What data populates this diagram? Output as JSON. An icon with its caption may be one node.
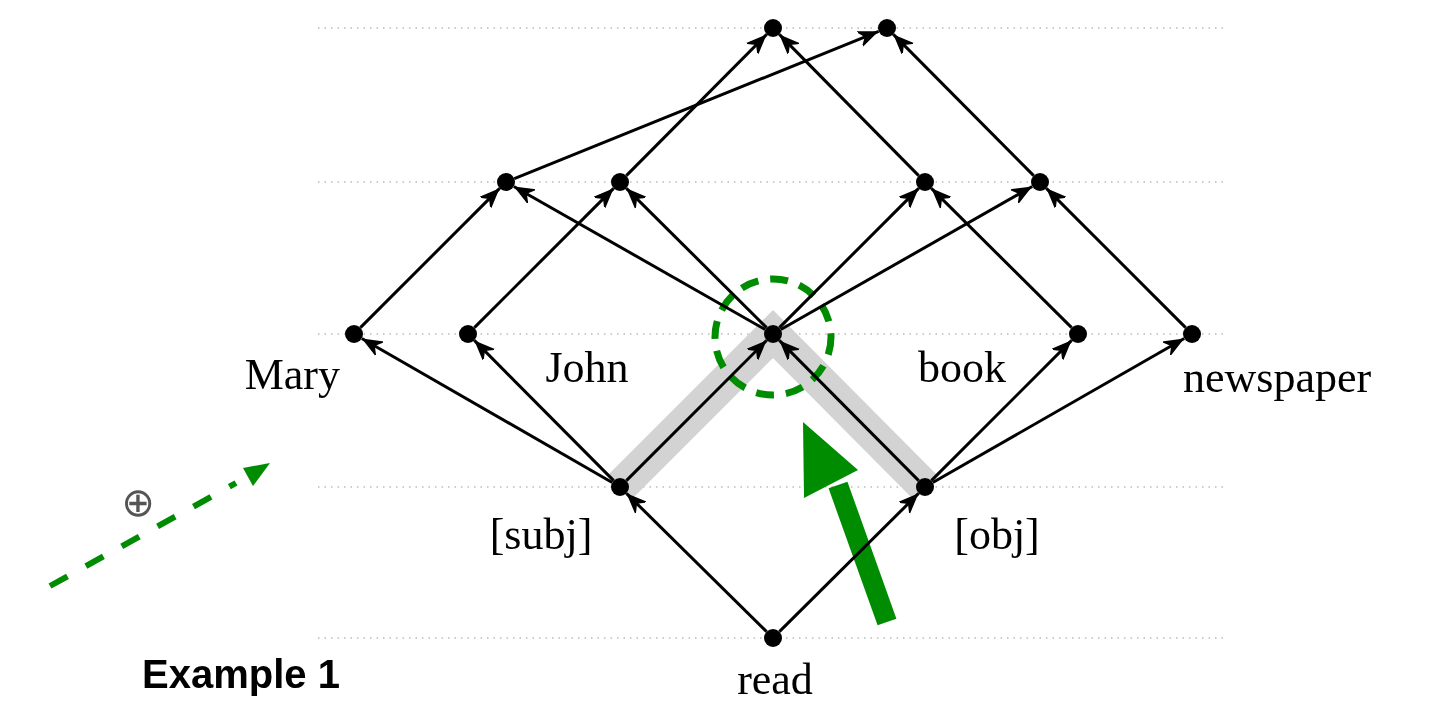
{
  "diagram": {
    "nodes": [
      {
        "text": [],
        "shape": "circle"
      },
      {
        "text": [],
        "shape": "circle"
      },
      {
        "text": [],
        "shape": "circle"
      },
      {
        "text": [],
        "shape": "circle"
      },
      {
        "text": [],
        "shape": "circle"
      },
      {
        "text": [],
        "shape": "circle"
      },
      {
        "text": [],
        "shape": "circle",
        "beside": [
          "Mary"
        ]
      },
      {
        "text": [],
        "shape": "circle",
        "beside": [
          "John"
        ]
      },
      {
        "text": [],
        "shape": "circle"
      },
      {
        "text": [],
        "shape": "circle",
        "beside": [
          "book"
        ]
      },
      {
        "text": [],
        "shape": "circle",
        "beside": [
          "newspaper"
        ]
      },
      {
        "text": [],
        "shape": "circle",
        "beside": [
          "[subj]"
        ]
      },
      {
        "text": [],
        "shape": "circle",
        "beside": [
          "[obj]"
        ]
      },
      {
        "text": [],
        "shape": "circle",
        "beside": [
          "read"
        ]
      }
    ],
    "edges": [
      {
        "from": 13,
        "to": 11,
        "arrow": "to"
      },
      {
        "from": 13,
        "to": 12,
        "arrow": "to"
      },
      {
        "from": 11,
        "to": 6,
        "arrow": "to"
      },
      {
        "from": 11,
        "to": 7,
        "arrow": "to"
      },
      {
        "from": 11,
        "to": 8,
        "arrow": "to"
      },
      {
        "from": 12,
        "to": 8,
        "arrow": "to"
      },
      {
        "from": 12,
        "to": 9,
        "arrow": "to"
      },
      {
        "from": 12,
        "to": 10,
        "arrow": "to"
      },
      {
        "from": 6,
        "to": 2,
        "arrow": "to"
      },
      {
        "from": 7,
        "to": 3,
        "arrow": "to"
      },
      {
        "from": 8,
        "to": 2,
        "arrow": "to"
      },
      {
        "from": 8,
        "to": 3,
        "arrow": "to"
      },
      {
        "from": 8,
        "to": 4,
        "arrow": "to"
      },
      {
        "from": 8,
        "to": 5,
        "arrow": "to"
      },
      {
        "from": 9,
        "to": 4,
        "arrow": "to"
      },
      {
        "from": 10,
        "to": 5,
        "arrow": "to"
      },
      {
        "from": 2,
        "to": 1,
        "arrow": "to"
      },
      {
        "from": 3,
        "to": 0,
        "arrow": "to"
      },
      {
        "from": 4,
        "to": 0,
        "arrow": "to"
      },
      {
        "from": 5,
        "to": 1,
        "arrow": "to"
      }
    ],
    "labels": [
      "⊕",
      "Example 1"
    ]
  }
}
